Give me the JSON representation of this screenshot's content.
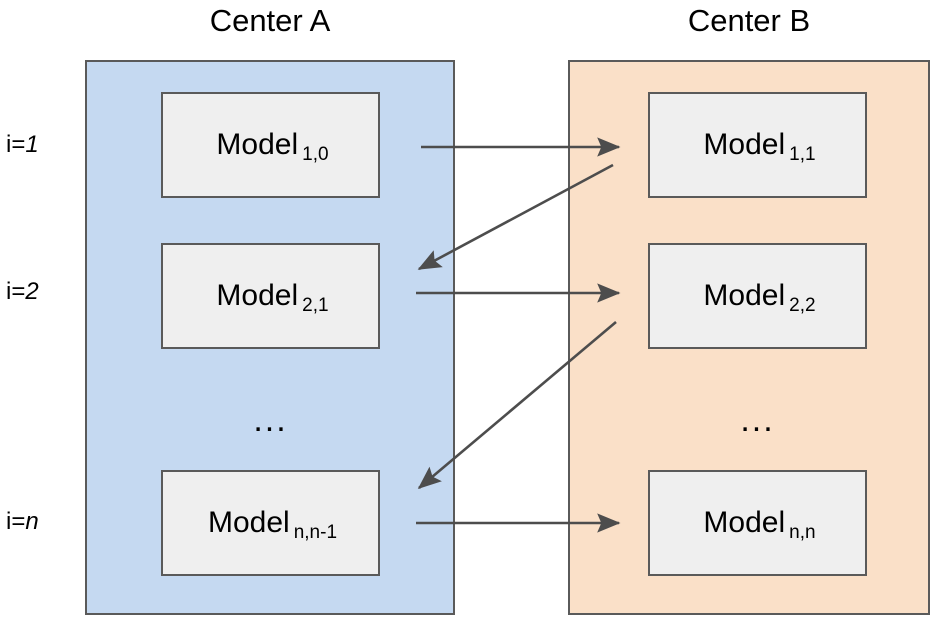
{
  "figure": {
    "type": "flow-diagram",
    "description": "Sequential model transfer between two centers",
    "columns": [
      {
        "id": "center-a",
        "title": "Center A",
        "fill": "#c5d9f1"
      },
      {
        "id": "center-b",
        "title": "Center B",
        "fill": "#fae0c8"
      }
    ],
    "box_fill": "#efefef",
    "border_color": "#5a5a5a",
    "arrow_color": "#4d4d4d"
  },
  "iterations": [
    {
      "label_prefix": "i=",
      "label_index": "1",
      "center_a": {
        "name": "Model",
        "subscript": "1,0"
      },
      "center_b": {
        "name": "Model",
        "subscript": "1,1"
      }
    },
    {
      "label_prefix": "i=",
      "label_index": "2",
      "center_a": {
        "name": "Model",
        "subscript": "2,1"
      },
      "center_b": {
        "name": "Model",
        "subscript": "2,2"
      }
    },
    {
      "label_prefix": "i=",
      "label_index": "n",
      "center_a": {
        "name": "Model",
        "subscript": "n,n-1"
      },
      "center_b": {
        "name": "Model",
        "subscript": "n,n"
      }
    }
  ],
  "ellipsis": {
    "center_a": "...",
    "center_b": "..."
  },
  "arrows": [
    {
      "id": "a-to-b-1",
      "from": "center-a-row-1",
      "to": "center-b-row-1",
      "direction": "right"
    },
    {
      "id": "b-to-a-1",
      "from": "center-b-row-1",
      "to": "center-a-row-2",
      "direction": "left-down"
    },
    {
      "id": "a-to-b-2",
      "from": "center-a-row-2",
      "to": "center-b-row-2",
      "direction": "right"
    },
    {
      "id": "b-to-a-2",
      "from": "center-b-row-2",
      "to": "center-a-row-n",
      "direction": "left-down"
    },
    {
      "id": "a-to-b-n",
      "from": "center-a-row-n",
      "to": "center-b-row-n",
      "direction": "right"
    }
  ]
}
